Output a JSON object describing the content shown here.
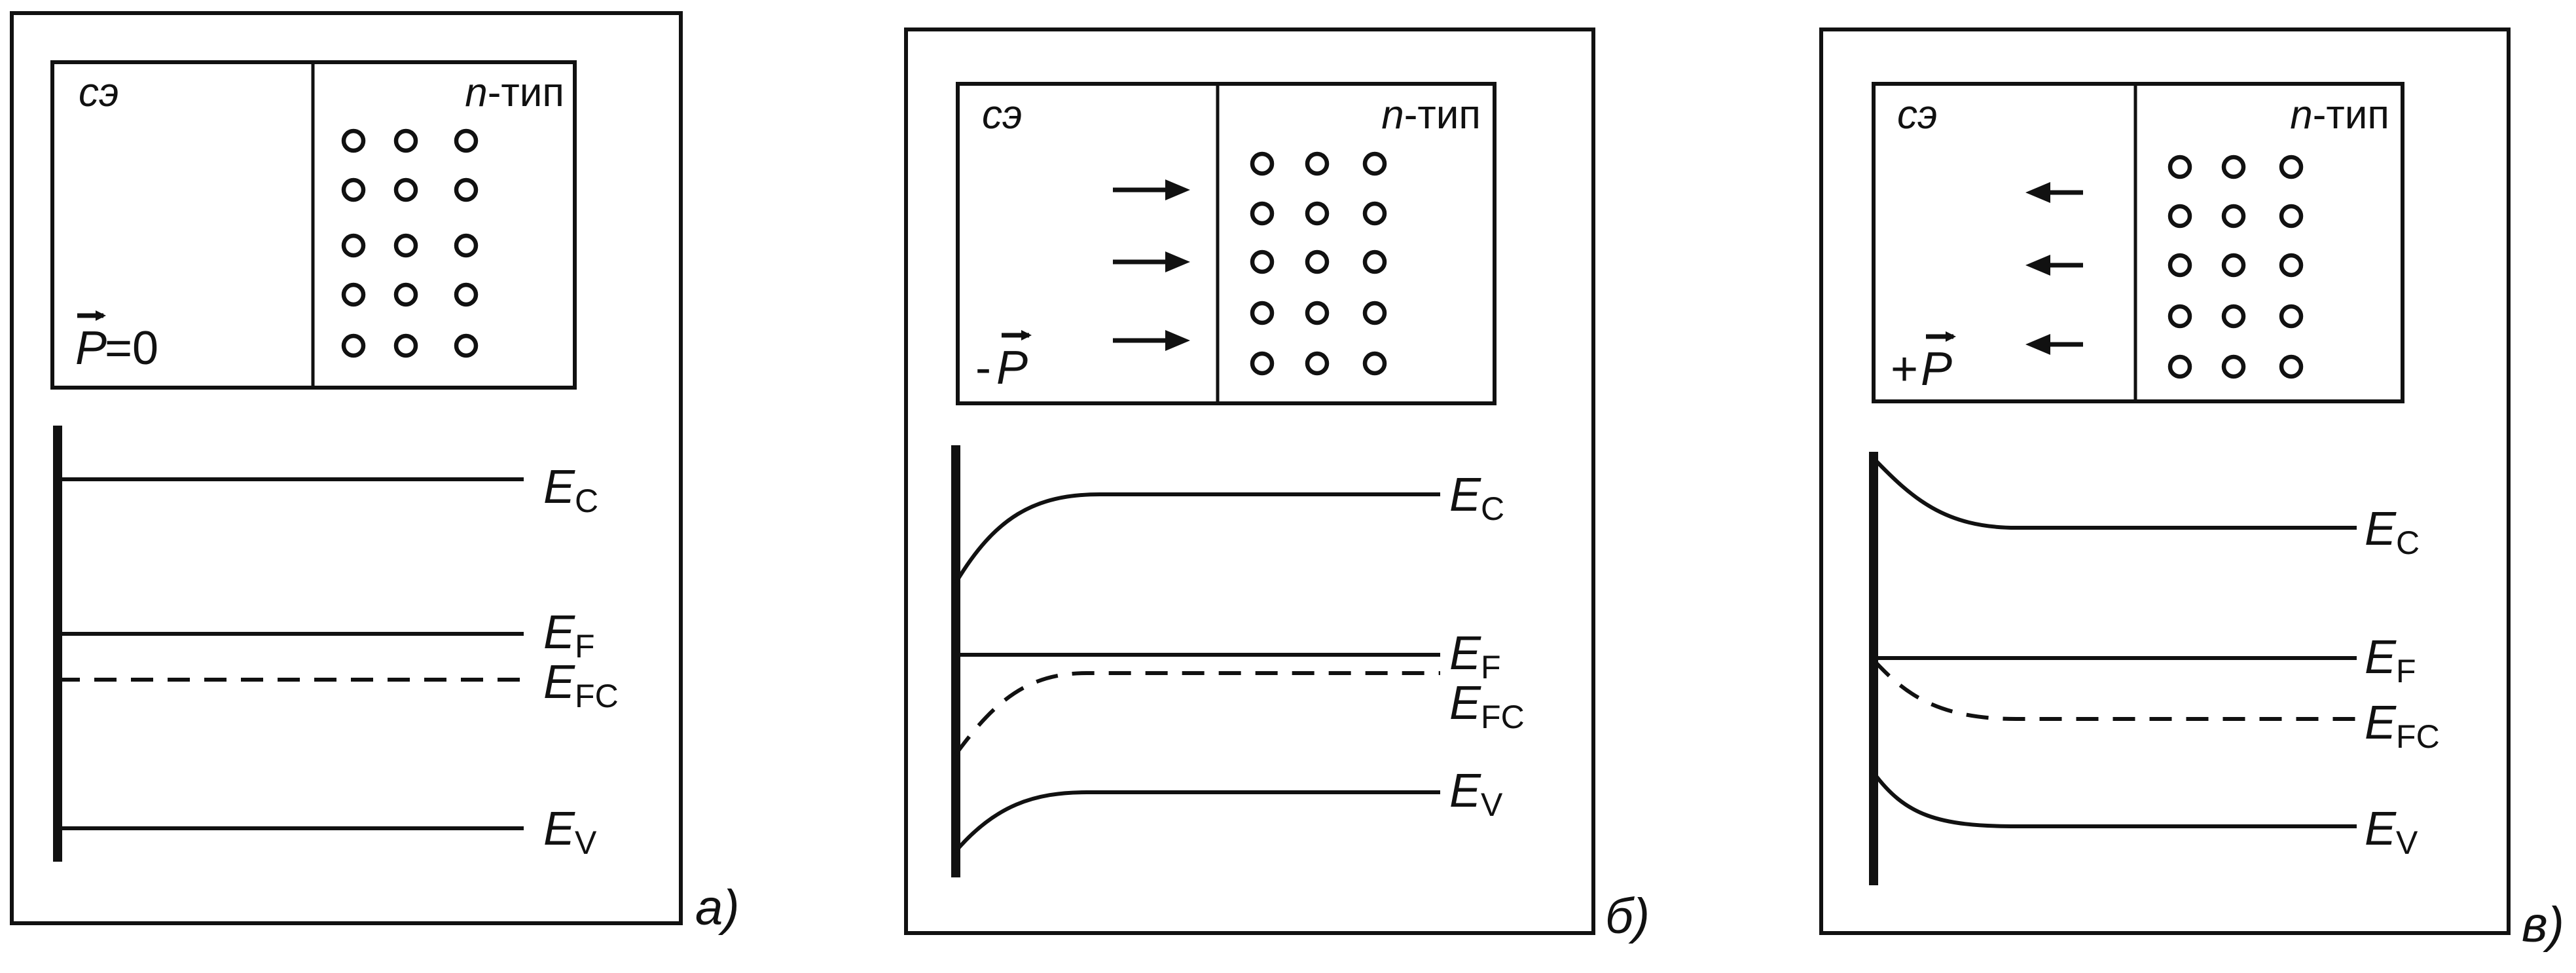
{
  "panels": [
    {
      "letter": "а)",
      "region_left": "сэ",
      "region_right_italic": "n",
      "region_right_rest": "-тип",
      "polarization_sign": "",
      "polarization_symbol": "P",
      "polarization_suffix": "=0",
      "arrow_direction": "none",
      "bending": "flat",
      "levels": {
        "ec": "E",
        "ec_sub": "C",
        "ef": "E",
        "ef_sub": "F",
        "efc": "E",
        "efc_sub": "FC",
        "ev": "E",
        "ev_sub": "V"
      }
    },
    {
      "letter": "б)",
      "region_left": "сэ",
      "region_right_italic": "n",
      "region_right_rest": "-тип",
      "polarization_sign": "-",
      "polarization_symbol": "P",
      "polarization_suffix": "",
      "arrow_direction": "right",
      "bending": "down",
      "levels": {
        "ec": "E",
        "ec_sub": "C",
        "ef": "E",
        "ef_sub": "F",
        "efc": "E",
        "efc_sub": "FC",
        "ev": "E",
        "ev_sub": "V"
      }
    },
    {
      "letter": "в)",
      "region_left": "сэ",
      "region_right_italic": "n",
      "region_right_rest": "-тип",
      "polarization_sign": "+",
      "polarization_symbol": "P",
      "polarization_suffix": "",
      "arrow_direction": "left",
      "bending": "up",
      "levels": {
        "ec": "E",
        "ec_sub": "C",
        "ef": "E",
        "ef_sub": "F",
        "efc": "E",
        "efc_sub": "FC",
        "ev": "E",
        "ev_sub": "V"
      }
    }
  ]
}
